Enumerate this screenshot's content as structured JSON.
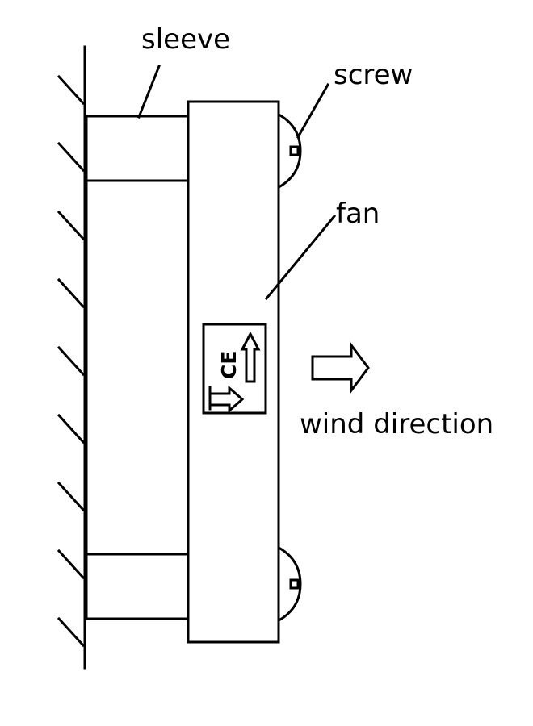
{
  "labels": {
    "sleeve": "sleeve",
    "screw": "screw",
    "fan": "fan",
    "wind_direction": "wind direction"
  },
  "ce_mark": "CE",
  "colors": {
    "line": "#000000",
    "background": "#ffffff"
  }
}
